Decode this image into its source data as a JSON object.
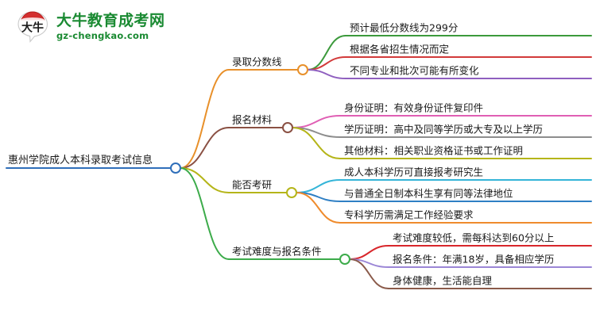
{
  "logo": {
    "mark_name": "daniu-bull-logo",
    "mark_text": "大牛",
    "title": "大牛教育成考网",
    "url_text": "gz-chengkao.com",
    "brand_color": "#1a8a32",
    "accent_color": "#d32f2f"
  },
  "mindmap": {
    "root": {
      "label": "惠州学院成人本科录取考试信息",
      "color": "#2f6fba"
    },
    "branches": [
      {
        "label": "录取分数线",
        "color": "#e8902a",
        "children": [
          {
            "label": "预计最低分数线为299分",
            "color": "#3c9a3c"
          },
          {
            "label": "根据各省招生情况而定",
            "color": "#d23a3a"
          },
          {
            "label": "不同专业和批次可能有所变化",
            "color": "#8f5fbf"
          }
        ]
      },
      {
        "label": "报名材料",
        "color": "#8a5043",
        "children": [
          {
            "label": "身份证明：有效身份证件复印件",
            "color": "#e05fb4"
          },
          {
            "label": "学历证明：高中及同等学历或大专及以上学历",
            "color": "#8d8d8d"
          },
          {
            "label": "其他材料：相关职业资格证书或工作证明",
            "color": "#b5b519"
          }
        ]
      },
      {
        "label": "能否考研",
        "color": "#b5b519",
        "children": [
          {
            "label": "成人本科学历可直接报考研究生",
            "color": "#35b5d8"
          },
          {
            "label": "与普通全日制本科生享有同等法律地位",
            "color": "#2f7fc4"
          },
          {
            "label": "专科学历需满足工作经验要求",
            "color": "#ef8b2c"
          }
        ]
      },
      {
        "label": "考试难度与报名条件",
        "color": "#3cab4a",
        "children": [
          {
            "label": "考试难度较低，需每科达到60分以上",
            "color": "#d8262b"
          },
          {
            "label": "报名条件：年满18岁，具备相应学历",
            "color": "#9b86d6"
          },
          {
            "label": "身体健康，生活能自理",
            "color": "#8a5a4a"
          }
        ]
      }
    ]
  }
}
